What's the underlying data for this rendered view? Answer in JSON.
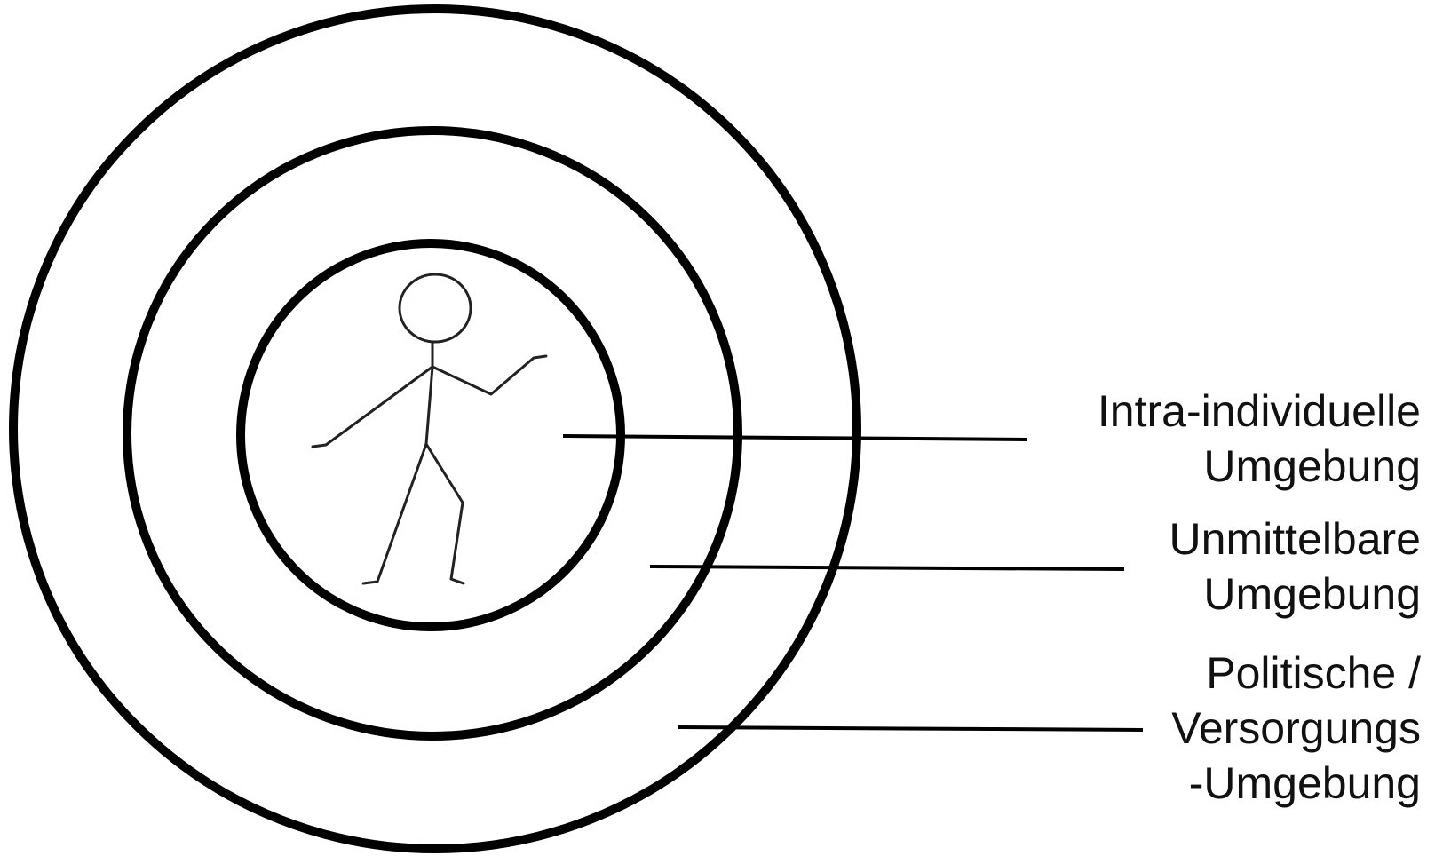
{
  "colors": {
    "stroke": "#000000",
    "figure": "#222222",
    "text": "#111111",
    "background": "#ffffff"
  },
  "labels": {
    "intra_individual": {
      "line1": "Intra-individuelle",
      "line2": "Umgebung"
    },
    "immediate": {
      "line1": "Unmittelbare",
      "line2": "Umgebung"
    },
    "political": {
      "line1": "Politische /",
      "line2": "Versorgungs",
      "line3": "-Umgebung"
    }
  }
}
